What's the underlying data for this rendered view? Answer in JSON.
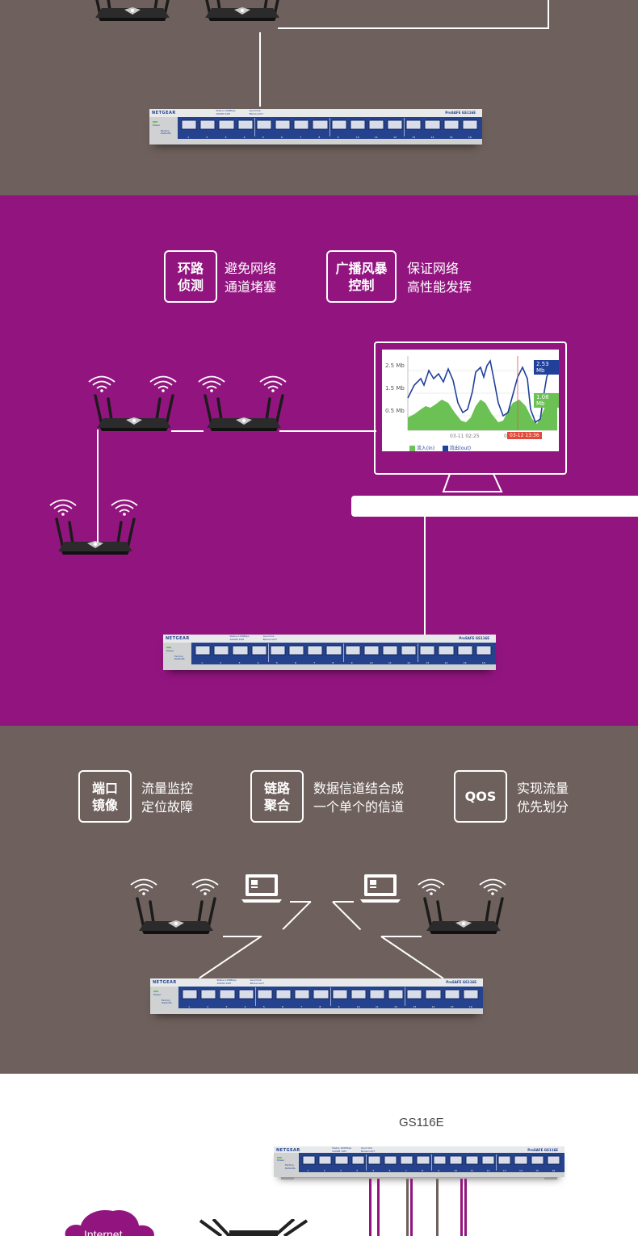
{
  "colors": {
    "brown": "#6e605c",
    "purple": "#92157f",
    "white": "#ffffff",
    "switch_blue": "#24428d",
    "switch_gray": "#cfd1d3"
  },
  "switch": {
    "brand": "NETGEAR",
    "model": "ProSAFE GS116E",
    "leds_a": "Status 100Mbps 1000M 10M",
    "leds_b": "Good link Blinks=ACT",
    "power": "Power",
    "reset": "Factory Defaults",
    "ports": [
      "1",
      "2",
      "3",
      "4",
      "5",
      "6",
      "7",
      "8",
      "9",
      "10",
      "11",
      "12",
      "13",
      "14",
      "15",
      "16"
    ]
  },
  "section2": {
    "features": [
      {
        "title_1": "环路",
        "title_2": "侦测",
        "desc_1": "避免网络",
        "desc_2": "通道堵塞"
      },
      {
        "title_1": "广播风暴",
        "title_2": "控制",
        "desc_1": "保证网络",
        "desc_2": "高性能发挥"
      }
    ],
    "monitor": {
      "y_labels": [
        "2.5 Mb",
        "1.5 Mb",
        "0.5 Mb"
      ],
      "tag_in": "2.53 Mb",
      "tag_out": "1.08 Mb",
      "x_label": "03-11 02:25",
      "x_label_cut": "0",
      "time_tag": "03-12 13:36",
      "legend_in": "流入(in)",
      "legend_out": "流出(out)"
    }
  },
  "section3": {
    "features": [
      {
        "title_1": "端口",
        "title_2": "镜像",
        "desc_1": "流量监控",
        "desc_2": "定位故障"
      },
      {
        "title_1": "链路",
        "title_2": "聚合",
        "desc_1": "数据信道结合成",
        "desc_2": "一个单个的信道"
      },
      {
        "title": "QOS",
        "desc_1": "实现流量",
        "desc_2": "优先划分"
      }
    ]
  },
  "section4": {
    "model_label": "GS116E",
    "cloud_label": "Internet"
  }
}
